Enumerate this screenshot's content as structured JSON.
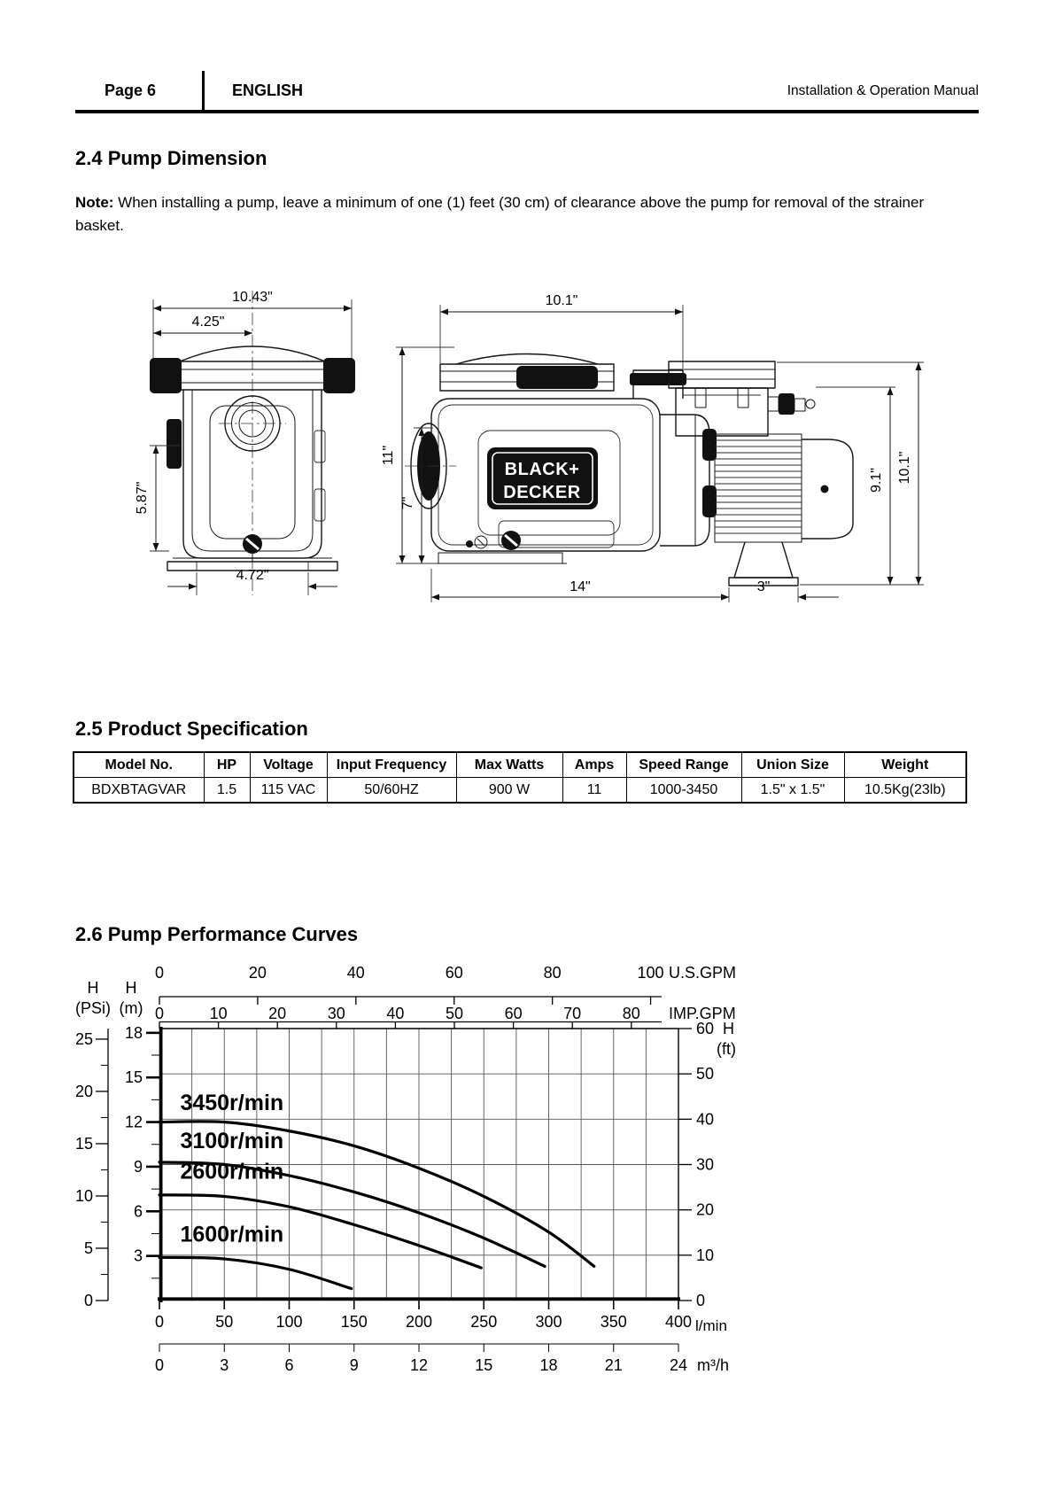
{
  "header": {
    "page_label": "Page 6",
    "language": "ENGLISH",
    "manual_title": "Installation & Operation Manual"
  },
  "section_pump_dimension": {
    "heading": "2.4 Pump Dimension",
    "note_label": "Note:",
    "note_text": " When installing a pump, leave a minimum of one (1) feet (30 cm) of clearance above the pump for removal of the strainer basket."
  },
  "pump_diagrams": {
    "front_view": {
      "width_top": "10.43\"",
      "width_lid_half": "4.25\"",
      "height_body": "5.87\"",
      "width_base": "4.72\""
    },
    "side_view": {
      "logo_line1": "BLACK+",
      "logo_line2": "DECKER",
      "width_top": "10.1\"",
      "height_total": "11\"",
      "height_port": "7\"",
      "height_motor": "9.1\"",
      "height_motor_total": "10.1\"",
      "length_body": "14\"",
      "length_foot": "3\""
    }
  },
  "section_product_spec": {
    "heading": "2.5 Product Specification",
    "table": {
      "headers": [
        "Model No.",
        "HP",
        "Voltage",
        "Input Frequency",
        "Max Watts",
        "Amps",
        "Speed Range",
        "Union Size",
        "Weight"
      ],
      "rows": [
        [
          "BDXBTAGVAR",
          "1.5",
          "115 VAC",
          "50/60HZ",
          "900 W",
          "11",
          "1000-3450",
          "1.5\" x 1.5\"",
          "10.5Kg(23lb)"
        ]
      ]
    }
  },
  "section_performance": {
    "heading": "2.6 Pump Performance Curves"
  },
  "chart_data": {
    "type": "line",
    "title": "2.6 Pump Performance Curves",
    "xlim_lmin": [
      0,
      400
    ],
    "ylim_ft": [
      0,
      60
    ],
    "grid": {
      "x_step_lmin": 25,
      "y_step_ft": 10
    },
    "x_axes": [
      {
        "id": "usgpm",
        "label": "U.S.GPM",
        "position": "top-outer",
        "lmin_per_unit": 3.7854,
        "ticks": [
          0,
          20,
          40,
          60,
          80,
          100
        ]
      },
      {
        "id": "impgpm",
        "label": "IMP.GPM",
        "position": "top-inner",
        "lmin_per_unit": 4.5461,
        "ticks": [
          0,
          10,
          20,
          30,
          40,
          50,
          60,
          70,
          80
        ]
      },
      {
        "id": "lmin",
        "label": "l/min",
        "position": "bottom-inner",
        "lmin_per_unit": 1,
        "ticks": [
          0,
          50,
          100,
          150,
          200,
          250,
          300,
          350,
          400
        ]
      },
      {
        "id": "m3h",
        "label": "m³/h",
        "position": "bottom-outer",
        "lmin_per_unit": 16.667,
        "ticks": [
          0,
          3,
          6,
          9,
          12,
          15,
          18,
          21,
          24
        ]
      }
    ],
    "y_axes": [
      {
        "id": "psi",
        "label_line1": "H",
        "label_line2": "(PSi)",
        "position": "left-outer",
        "ft_per_unit": 2.3067,
        "minor_step": 2.5,
        "ticks": [
          0,
          5,
          10,
          15,
          20,
          25
        ]
      },
      {
        "id": "m",
        "label_line1": "H",
        "label_line2": "(m)",
        "position": "left-inner",
        "ft_per_unit": 3.2808,
        "minor_step": 1.5,
        "ticks": [
          3,
          6,
          9,
          12,
          15,
          18
        ]
      },
      {
        "id": "ft",
        "label_line1": "H",
        "label_line2": "(ft)",
        "position": "right",
        "ft_per_unit": 1,
        "ticks": [
          0,
          10,
          20,
          30,
          40,
          50,
          60
        ]
      }
    ],
    "series": [
      {
        "name": "3450r/min",
        "label_at_lmin_m": [
          16,
          12.8
        ],
        "points_lmin_m": [
          [
            0,
            12
          ],
          [
            50,
            12
          ],
          [
            100,
            11.4
          ],
          [
            150,
            10.4
          ],
          [
            200,
            8.9
          ],
          [
            250,
            7.0
          ],
          [
            300,
            4.6
          ],
          [
            335,
            2.3
          ]
        ]
      },
      {
        "name": "3100r/min",
        "label_at_lmin_m": [
          16,
          10.25
        ],
        "points_lmin_m": [
          [
            0,
            9.3
          ],
          [
            50,
            9.15
          ],
          [
            100,
            8.4
          ],
          [
            150,
            7.3
          ],
          [
            200,
            5.9
          ],
          [
            250,
            4.2
          ],
          [
            297,
            2.3
          ]
        ]
      },
      {
        "name": "2600r/min",
        "label_at_lmin_m": [
          16,
          8.2
        ],
        "points_lmin_m": [
          [
            0,
            7.1
          ],
          [
            50,
            7.0
          ],
          [
            100,
            6.3
          ],
          [
            150,
            5.1
          ],
          [
            200,
            3.7
          ],
          [
            248,
            2.2
          ]
        ]
      },
      {
        "name": "1600r/min",
        "label_at_lmin_m": [
          16,
          3.95
        ],
        "points_lmin_m": [
          [
            0,
            2.9
          ],
          [
            50,
            2.8
          ],
          [
            100,
            2.1
          ],
          [
            148,
            0.8
          ]
        ]
      }
    ]
  }
}
